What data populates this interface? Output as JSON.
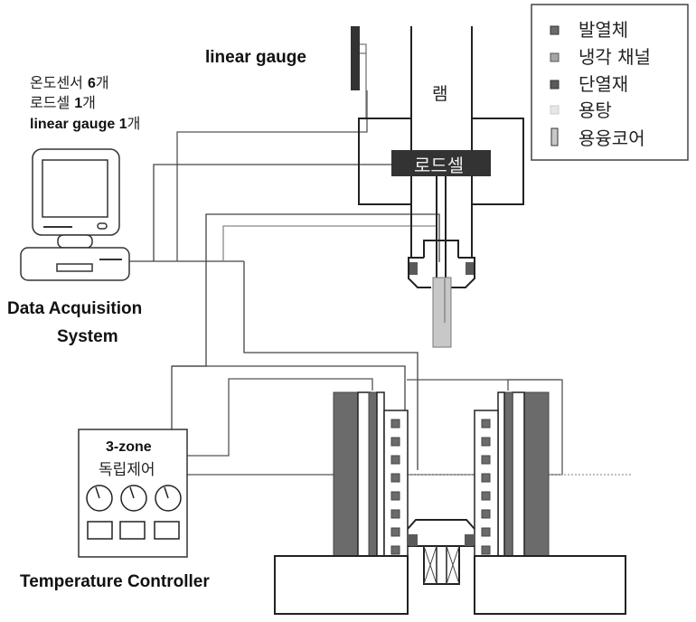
{
  "legend": {
    "items": [
      {
        "label": "발열체",
        "color": "#6b6b6b",
        "shape": "square"
      },
      {
        "label": "냉각 채널",
        "color": "#a6a6a6",
        "shape": "square"
      },
      {
        "label": "단열재",
        "color": "#5a5a5a",
        "shape": "square"
      },
      {
        "label": "용탕",
        "color": "#e6e6e6",
        "shape": "square"
      },
      {
        "label": "용융코어",
        "color": "#c8c8c8",
        "shape": "tall-rect"
      }
    ]
  },
  "sensors": {
    "line1_kr": "온도센서 ",
    "line1_num": "6",
    "line1_unit": "개",
    "line2_kr": "로드셀 ",
    "line2_num": "1",
    "line2_unit": "개",
    "line3_en": "linear gauge ",
    "line3_num": "1",
    "line3_unit": "개"
  },
  "labels": {
    "linear_gauge": "linear gauge",
    "ram": "램",
    "load_cell": "로드셀",
    "daq_line1": "Data Acquisition",
    "daq_line2": "System",
    "controller_line1": "3-zone",
    "controller_line2": "독립제어",
    "temperature_controller": "Temperature Controller"
  },
  "colors": {
    "heater": "#6b6b6b",
    "cooling": "#a6a6a6",
    "insulation": "#5a5a5a",
    "melt": "#e6e6e6",
    "core": "#c8c8c8",
    "loadcell_bg": "#333333",
    "line": "#333333"
  }
}
